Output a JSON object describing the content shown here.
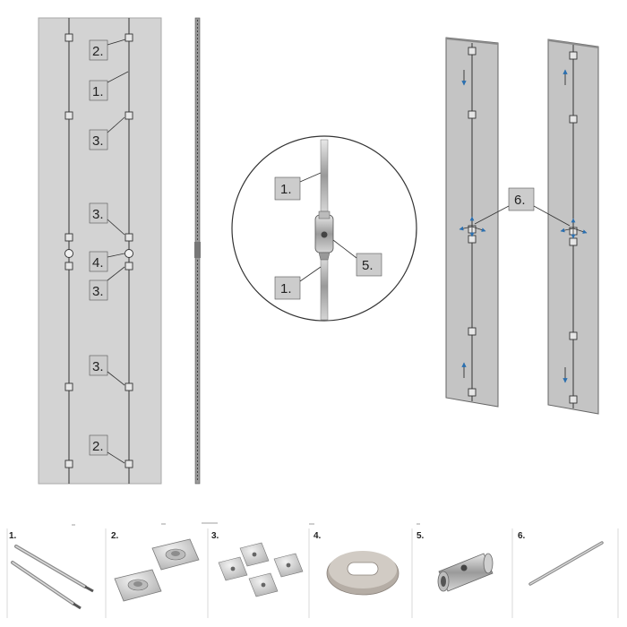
{
  "callouts": {
    "left_panel": [
      "2.",
      "1.",
      "3.",
      "3.",
      "4.",
      "3.",
      "3.",
      "2."
    ],
    "detail": [
      "1.",
      "5.",
      "1."
    ],
    "right_panels": [
      "6."
    ]
  },
  "parts": [
    {
      "number": "1.",
      "icon": "rod-icon"
    },
    {
      "number": "2.",
      "icon": "mounting-plate-icon"
    },
    {
      "number": "3.",
      "icon": "bracket-plate-icon"
    },
    {
      "number": "4.",
      "icon": "grommet-icon"
    },
    {
      "number": "5.",
      "icon": "coupler-icon"
    },
    {
      "number": "6.",
      "icon": "tension-rod-icon"
    }
  ],
  "colors": {
    "panel": "#d2d2d2",
    "panel_dark": "#bdbdbd",
    "callout_box": "#cccccc",
    "line": "#333333",
    "arrow": "#2a6fb0"
  }
}
